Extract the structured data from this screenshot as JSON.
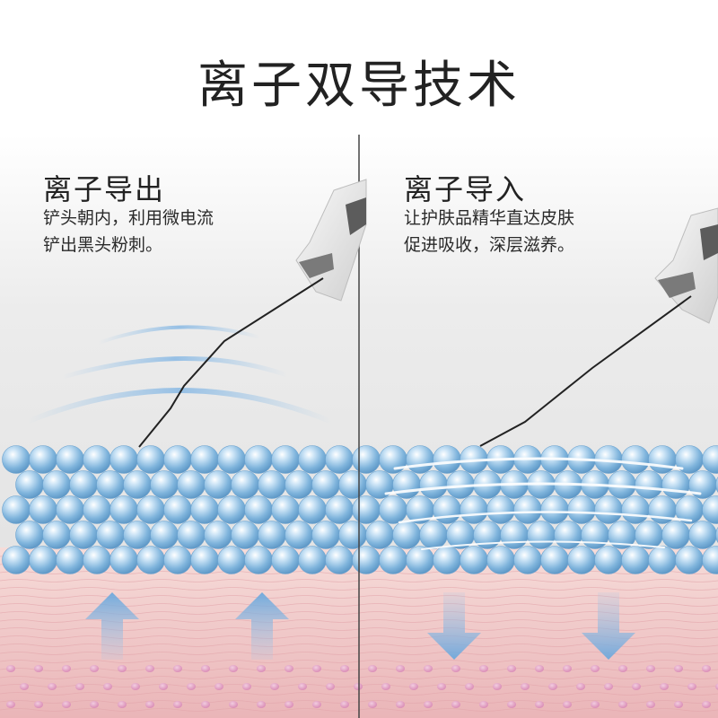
{
  "title": "离子双导技术",
  "left": {
    "heading": "离子导出",
    "desc_line1": "铲头朝内，利用微电流",
    "desc_line2": "铲出黑头粉刺。",
    "arrow_direction": "up"
  },
  "right": {
    "heading": "离子导入",
    "desc_line1": "让护肤品精华直达皮肤",
    "desc_line2": "促进吸收，深层滋养。",
    "arrow_direction": "down"
  },
  "colors": {
    "bead": "#7fb4dc",
    "skin": "#f2cccb",
    "arrow": "#7fb4e0",
    "text": "#222222"
  }
}
